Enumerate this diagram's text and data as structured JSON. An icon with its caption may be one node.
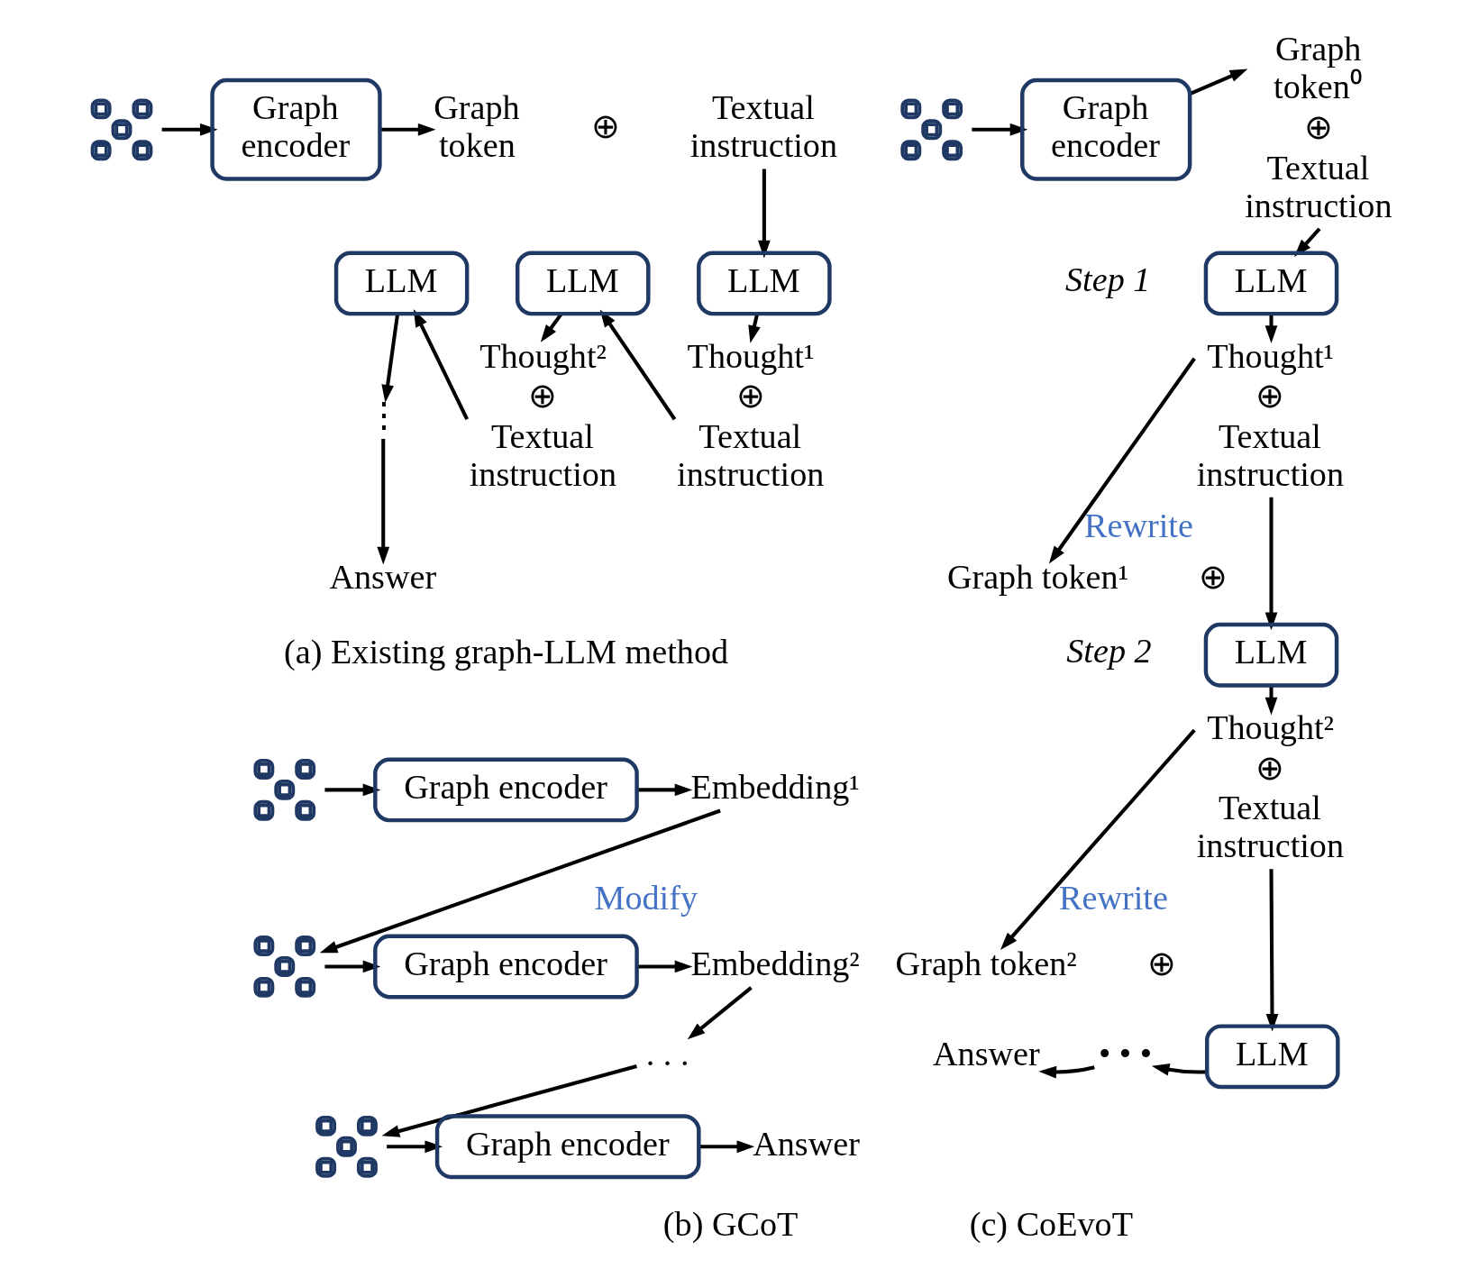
{
  "diagram": {
    "nodes": [
      {
        "text": [],
        "shape": "picture"
      },
      {
        "text": [
          "Graph encoder"
        ]
      },
      {
        "text": [
          "Graph token"
        ]
      },
      {
        "text": [
          "Textual instruction"
        ]
      },
      {
        "text": [
          "LLM"
        ]
      },
      {
        "text": [
          "LLM"
        ]
      },
      {
        "text": [
          "LLM"
        ]
      },
      {
        "text": [
          "⋮"
        ]
      },
      {
        "text": [
          "Thought²",
          "⊕",
          "Textual instruction"
        ]
      },
      {
        "text": [
          "Thought¹",
          "⊕",
          "Textual instruction"
        ]
      },
      {
        "text": [
          "Answer"
        ]
      },
      {
        "text": [],
        "shape": "picture"
      },
      {
        "text": [
          "Graph encoder"
        ]
      },
      {
        "text": [
          "Embedding¹"
        ]
      },
      {
        "text": [],
        "shape": "picture"
      },
      {
        "text": [
          "Graph encoder"
        ]
      },
      {
        "text": [
          "Embedding²"
        ]
      },
      {
        "text": [
          ". . ."
        ]
      },
      {
        "text": [],
        "shape": "picture"
      },
      {
        "text": [
          "Graph encoder"
        ]
      },
      {
        "text": [
          "Answer"
        ]
      },
      {
        "text": [],
        "shape": "picture"
      },
      {
        "text": [
          "Graph encoder"
        ]
      },
      {
        "text": [
          "Graph token⁰",
          "⊕",
          "Textual instruction"
        ]
      },
      {
        "text": [
          "LLM"
        ]
      },
      {
        "text": [
          "Thought¹",
          "⊕",
          "Textual instruction"
        ]
      },
      {
        "text": [
          "Graph token¹"
        ]
      },
      {
        "text": [
          "LLM"
        ]
      },
      {
        "text": [
          "Thought²",
          "⊕",
          "Textual instruction"
        ]
      },
      {
        "text": [
          "Graph token²"
        ]
      },
      {
        "text": [
          "LLM"
        ]
      },
      {
        "text": [
          "• • •"
        ]
      },
      {
        "text": [
          "Answer"
        ]
      }
    ],
    "edges": [
      {
        "from": 0,
        "to": 1,
        "arrow": "to"
      },
      {
        "from": 1,
        "to": 2,
        "arrow": "to"
      },
      {
        "from": 3,
        "to": 6,
        "arrow": "to"
      },
      {
        "from": 6,
        "to": 9,
        "arrow": "to"
      },
      {
        "from": 9,
        "to": 5,
        "arrow": "to"
      },
      {
        "from": 5,
        "to": 8,
        "arrow": "to"
      },
      {
        "from": 8,
        "to": 4,
        "arrow": "to"
      },
      {
        "from": 4,
        "to": 7,
        "arrow": "to"
      },
      {
        "from": 7,
        "to": 10,
        "arrow": "to"
      },
      {
        "from": 11,
        "to": 12,
        "arrow": "to"
      },
      {
        "from": 12,
        "to": 13,
        "arrow": "to"
      },
      {
        "from": 13,
        "to": 14,
        "arrow": "to",
        "label": "Modify"
      },
      {
        "from": 14,
        "to": 15,
        "arrow": "to"
      },
      {
        "from": 15,
        "to": 16,
        "arrow": "to"
      },
      {
        "from": 16,
        "to": 17,
        "arrow": "to"
      },
      {
        "from": 17,
        "to": 18,
        "arrow": "to"
      },
      {
        "from": 18,
        "to": 19,
        "arrow": "to"
      },
      {
        "from": 19,
        "to": 20,
        "arrow": "to"
      },
      {
        "from": 21,
        "to": 22,
        "arrow": "to"
      },
      {
        "from": 22,
        "to": 23,
        "arrow": "to"
      },
      {
        "from": 23,
        "to": 24,
        "arrow": "to"
      },
      {
        "from": 24,
        "to": 25,
        "arrow": "to"
      },
      {
        "from": 25,
        "to": 26,
        "arrow": "to",
        "label": "Rewrite"
      },
      {
        "from": 25,
        "to": 27,
        "arrow": "to"
      },
      {
        "from": 27,
        "to": 28,
        "arrow": "to"
      },
      {
        "from": 28,
        "to": 29,
        "arrow": "to",
        "label": "Rewrite"
      },
      {
        "from": 28,
        "to": 30,
        "arrow": "to"
      },
      {
        "from": 30,
        "to": 31,
        "arrow": "to"
      },
      {
        "from": 31,
        "to": 32,
        "arrow": "to"
      }
    ],
    "labels": [
      "⊕",
      "(a) Existing graph-LLM method",
      "(b) GCoT",
      "Step 1",
      "⊕",
      "Step 2",
      "⊕",
      "(c) CoEvoT"
    ]
  }
}
